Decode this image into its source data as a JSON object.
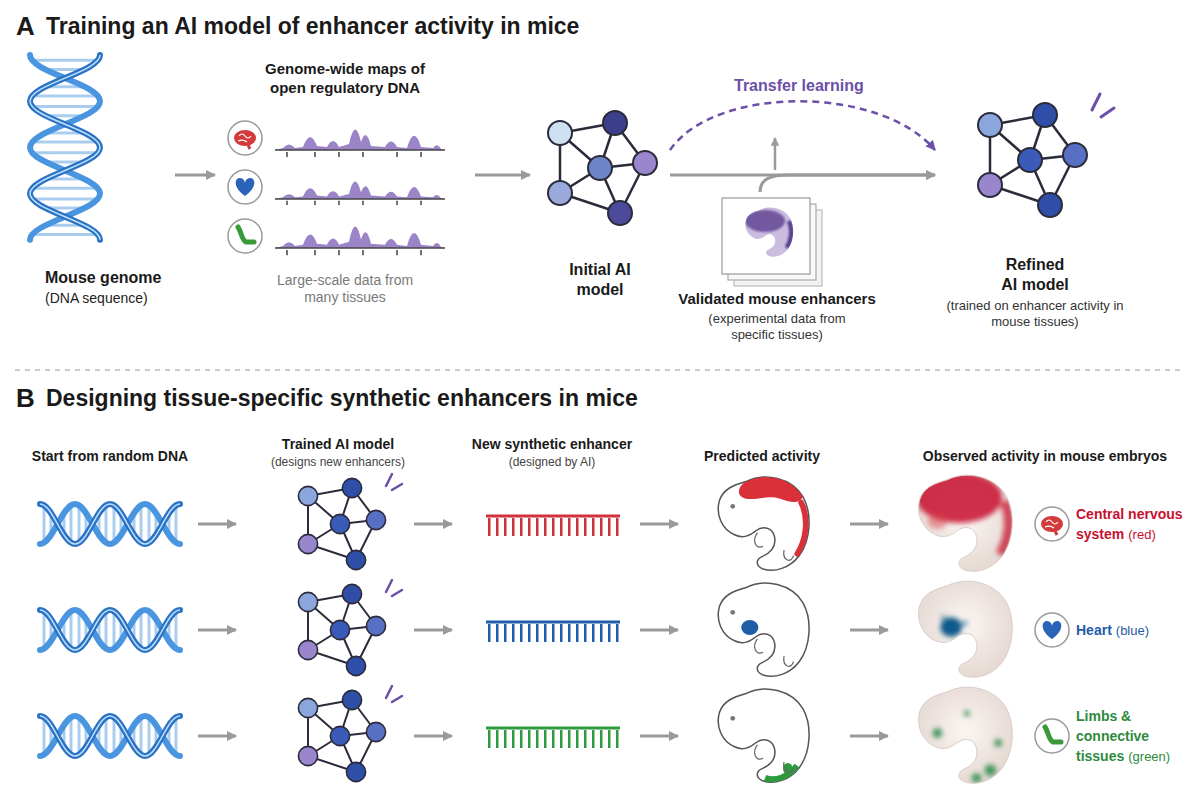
{
  "diagram": {
    "nodes": [
      {
        "text": [
          "Mouse genome",
          "(DNA sequence)"
        ]
      },
      {
        "text": [
          "Genome-wide maps of open regulatory DNA",
          "Large-scale data from many tissues"
        ]
      },
      {
        "text": [
          "Initial AI model"
        ]
      },
      {
        "text": [
          "Validated mouse enhancers",
          "(experimental data from specific tissues)"
        ]
      },
      {
        "text": [
          "Refined AI model",
          "(trained on enhancer activity in mouse tissues)"
        ]
      }
    ],
    "edges": [
      {
        "from": 0,
        "to": 1,
        "arrow": "to"
      },
      {
        "from": 1,
        "to": 2,
        "arrow": "to"
      },
      {
        "from": 2,
        "to": 4,
        "arrow": "to",
        "label": "Transfer learning"
      },
      {
        "from": 2,
        "to": 4,
        "arrow": "to"
      },
      {
        "from": 3,
        "to": 4,
        "arrow": "to"
      }
    ],
    "labels": [
      "A",
      "Training an AI model of enhancer activity in mice",
      "B",
      "Designing tissue-specific synthetic enhancers in mice",
      "Start from random DNA",
      "Trained AI model",
      "(designs new enhancers)",
      "New synthetic enhancer",
      "(designed by AI)",
      "Predicted activity",
      "Observed activity in mouse embryos",
      "Central nervous system",
      "(red)",
      "Heart",
      "(blue)",
      "Limbs & connective tissues",
      "(green)"
    ]
  }
}
